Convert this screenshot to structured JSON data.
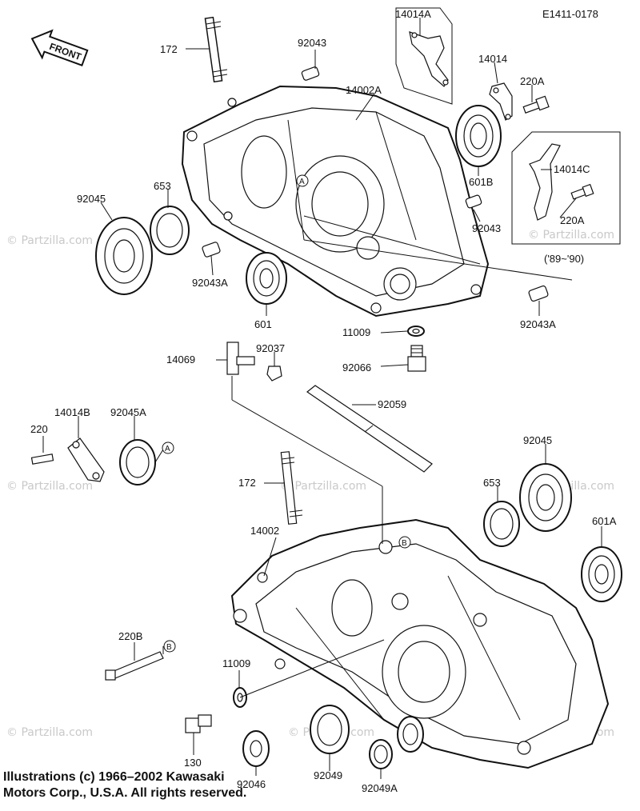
{
  "diagram_code": "E1411-0178",
  "front_label": "FRONT",
  "year_note": "('89~'90)",
  "watermark": "© Partzilla.com",
  "credit_line1": "Illustrations (c) 1966–2002 Kawasaki",
  "credit_line2": "Motors Corp., U.S.A.  All rights reserved.",
  "refs": {
    "a": "A",
    "b": "B"
  },
  "labels": [
    {
      "text": "172"
    },
    {
      "text": "92043"
    },
    {
      "text": "14014A"
    },
    {
      "text": "14002A"
    },
    {
      "text": "14014"
    },
    {
      "text": "220A"
    },
    {
      "text": "14014C"
    },
    {
      "text": "220A"
    },
    {
      "text": "92045"
    },
    {
      "text": "653"
    },
    {
      "text": "601B"
    },
    {
      "text": "92043"
    },
    {
      "text": "92043A"
    },
    {
      "text": "601"
    },
    {
      "text": "92043A"
    },
    {
      "text": "11009"
    },
    {
      "text": "14069"
    },
    {
      "text": "92037"
    },
    {
      "text": "92066"
    },
    {
      "text": "92059"
    },
    {
      "text": "220"
    },
    {
      "text": "14014B"
    },
    {
      "text": "92045A"
    },
    {
      "text": "92045"
    },
    {
      "text": "172"
    },
    {
      "text": "653"
    },
    {
      "text": "14002"
    },
    {
      "text": "601A"
    },
    {
      "text": "220B"
    },
    {
      "text": "11009"
    },
    {
      "text": "130"
    },
    {
      "text": "92046"
    },
    {
      "text": "92049"
    },
    {
      "text": "92049A"
    }
  ]
}
